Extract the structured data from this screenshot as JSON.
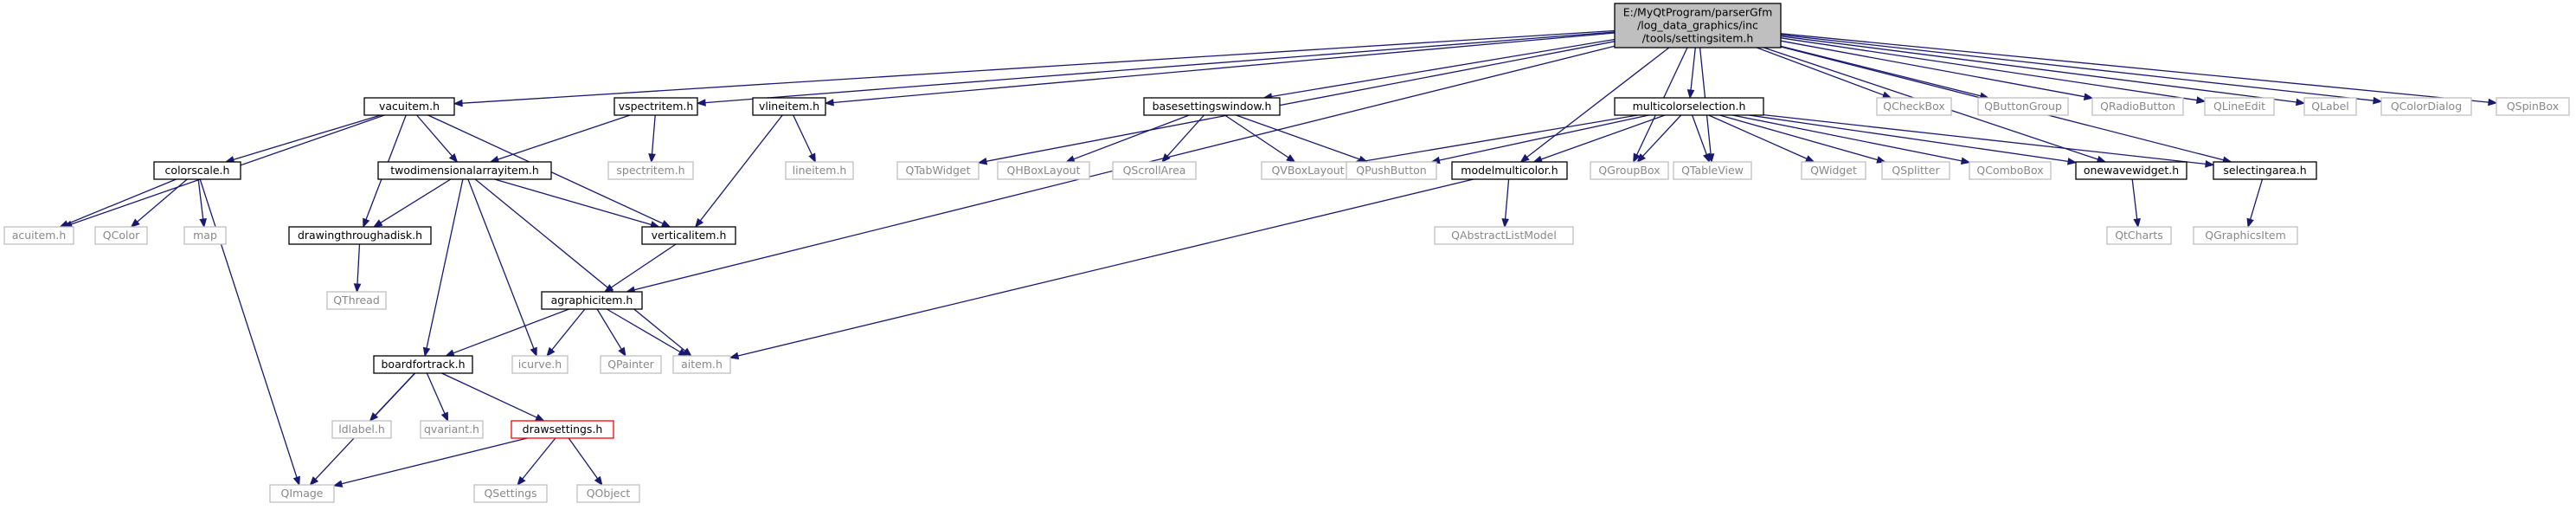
{
  "colors": {
    "edge": "#191970",
    "documented_border": "#000000",
    "external_border": "#bfbfbf",
    "external_text": "#888888",
    "root_fill": "#bfbfbf",
    "truncated_border": "#ff0000"
  },
  "nodes": [
    {
      "id": "root",
      "lines": [
        "E:/MyQtProgram/parserGfm",
        "/log_data_graphics/inc",
        "/tools/settingsitem.h"
      ],
      "kind": "root"
    },
    {
      "id": "vacuitem",
      "lines": [
        "vacuitem.h"
      ],
      "kind": "doc"
    },
    {
      "id": "vspectritem",
      "lines": [
        "vspectritem.h"
      ],
      "kind": "doc"
    },
    {
      "id": "vlineitem",
      "lines": [
        "vlineitem.h"
      ],
      "kind": "doc"
    },
    {
      "id": "basesettingswindow",
      "lines": [
        "basesettingswindow.h"
      ],
      "kind": "doc"
    },
    {
      "id": "multicolorselection",
      "lines": [
        "multicolorselection.h"
      ],
      "kind": "doc"
    },
    {
      "id": "QCheckBox",
      "lines": [
        "QCheckBox"
      ],
      "kind": "ext"
    },
    {
      "id": "QButtonGroup",
      "lines": [
        "QButtonGroup"
      ],
      "kind": "ext"
    },
    {
      "id": "QRadioButton",
      "lines": [
        "QRadioButton"
      ],
      "kind": "ext"
    },
    {
      "id": "QLineEdit",
      "lines": [
        "QLineEdit"
      ],
      "kind": "ext"
    },
    {
      "id": "QLabel",
      "lines": [
        "QLabel"
      ],
      "kind": "ext"
    },
    {
      "id": "QColorDialog",
      "lines": [
        "QColorDialog"
      ],
      "kind": "ext"
    },
    {
      "id": "QSpinBox",
      "lines": [
        "QSpinBox"
      ],
      "kind": "ext"
    },
    {
      "id": "colorscale",
      "lines": [
        "colorscale.h"
      ],
      "kind": "doc"
    },
    {
      "id": "twodim",
      "lines": [
        "twodimensionalarrayitem.h"
      ],
      "kind": "doc"
    },
    {
      "id": "spectritem",
      "lines": [
        "spectritem.h"
      ],
      "kind": "ext"
    },
    {
      "id": "lineitem",
      "lines": [
        "lineitem.h"
      ],
      "kind": "ext"
    },
    {
      "id": "QTabWidget",
      "lines": [
        "QTabWidget"
      ],
      "kind": "ext"
    },
    {
      "id": "QHBoxLayout",
      "lines": [
        "QHBoxLayout"
      ],
      "kind": "ext"
    },
    {
      "id": "QScrollArea",
      "lines": [
        "QScrollArea"
      ],
      "kind": "ext"
    },
    {
      "id": "QVBoxLayout",
      "lines": [
        "QVBoxLayout"
      ],
      "kind": "ext"
    },
    {
      "id": "QPushButton",
      "lines": [
        "QPushButton"
      ],
      "kind": "ext"
    },
    {
      "id": "modelmulticolor",
      "lines": [
        "modelmulticolor.h"
      ],
      "kind": "doc"
    },
    {
      "id": "QGroupBox",
      "lines": [
        "QGroupBox"
      ],
      "kind": "ext"
    },
    {
      "id": "QTableView",
      "lines": [
        "QTableView"
      ],
      "kind": "ext"
    },
    {
      "id": "QWidget",
      "lines": [
        "QWidget"
      ],
      "kind": "ext"
    },
    {
      "id": "QSplitter",
      "lines": [
        "QSplitter"
      ],
      "kind": "ext"
    },
    {
      "id": "QComboBox",
      "lines": [
        "QComboBox"
      ],
      "kind": "ext"
    },
    {
      "id": "onewavewidget",
      "lines": [
        "onewavewidget.h"
      ],
      "kind": "doc"
    },
    {
      "id": "selectingarea",
      "lines": [
        "selectingarea.h"
      ],
      "kind": "doc"
    },
    {
      "id": "acuitem",
      "lines": [
        "acuitem.h"
      ],
      "kind": "ext"
    },
    {
      "id": "QColor",
      "lines": [
        "QColor"
      ],
      "kind": "ext"
    },
    {
      "id": "map",
      "lines": [
        "map"
      ],
      "kind": "ext"
    },
    {
      "id": "drawingthroughadisk",
      "lines": [
        "drawingthroughadisk.h"
      ],
      "kind": "doc"
    },
    {
      "id": "verticalitem",
      "lines": [
        "verticalitem.h"
      ],
      "kind": "doc"
    },
    {
      "id": "QAbstractListModel",
      "lines": [
        "QAbstractListModel"
      ],
      "kind": "ext"
    },
    {
      "id": "QtCharts",
      "lines": [
        "QtCharts"
      ],
      "kind": "ext"
    },
    {
      "id": "QGraphicsItem",
      "lines": [
        "QGraphicsItem"
      ],
      "kind": "ext"
    },
    {
      "id": "QThread",
      "lines": [
        "QThread"
      ],
      "kind": "ext"
    },
    {
      "id": "agraphicitem",
      "lines": [
        "agraphicitem.h"
      ],
      "kind": "doc"
    },
    {
      "id": "boardfortrack",
      "lines": [
        "boardfortrack.h"
      ],
      "kind": "doc"
    },
    {
      "id": "icurve",
      "lines": [
        "icurve.h"
      ],
      "kind": "ext"
    },
    {
      "id": "QPainter",
      "lines": [
        "QPainter"
      ],
      "kind": "ext"
    },
    {
      "id": "aitem",
      "lines": [
        "aitem.h"
      ],
      "kind": "ext"
    },
    {
      "id": "ldlabel",
      "lines": [
        "ldlabel.h"
      ],
      "kind": "ext"
    },
    {
      "id": "qvariant",
      "lines": [
        "qvariant.h"
      ],
      "kind": "ext"
    },
    {
      "id": "drawsettings",
      "lines": [
        "drawsettings.h"
      ],
      "kind": "trunc"
    },
    {
      "id": "QImage",
      "lines": [
        "QImage"
      ],
      "kind": "ext"
    },
    {
      "id": "QSettings",
      "lines": [
        "QSettings"
      ],
      "kind": "ext"
    },
    {
      "id": "QObject",
      "lines": [
        "QObject"
      ],
      "kind": "ext"
    }
  ],
  "edges": [
    [
      "root",
      "vacuitem"
    ],
    [
      "root",
      "vspectritem"
    ],
    [
      "root",
      "vlineitem"
    ],
    [
      "root",
      "agraphicitem"
    ],
    [
      "root",
      "QTabWidget"
    ],
    [
      "root",
      "basesettingswindow"
    ],
    [
      "root",
      "multicolorselection"
    ],
    [
      "root",
      "modelmulticolor"
    ],
    [
      "root",
      "QGroupBox"
    ],
    [
      "root",
      "QTableView"
    ],
    [
      "root",
      "onewavewidget"
    ],
    [
      "root",
      "selectingarea"
    ],
    [
      "root",
      "QCheckBox"
    ],
    [
      "root",
      "QButtonGroup"
    ],
    [
      "root",
      "QRadioButton"
    ],
    [
      "root",
      "QLineEdit"
    ],
    [
      "root",
      "QLabel"
    ],
    [
      "root",
      "QColorDialog"
    ],
    [
      "root",
      "QSpinBox"
    ],
    [
      "vacuitem",
      "colorscale"
    ],
    [
      "vacuitem",
      "twodim"
    ],
    [
      "vacuitem",
      "acuitem"
    ],
    [
      "vacuitem",
      "drawingthroughadisk"
    ],
    [
      "vacuitem",
      "verticalitem"
    ],
    [
      "colorscale",
      "acuitem"
    ],
    [
      "colorscale",
      "QColor"
    ],
    [
      "colorscale",
      "map"
    ],
    [
      "colorscale",
      "QImage"
    ],
    [
      "vspectritem",
      "twodim"
    ],
    [
      "vspectritem",
      "spectritem"
    ],
    [
      "vlineitem",
      "lineitem"
    ],
    [
      "vlineitem",
      "verticalitem"
    ],
    [
      "twodim",
      "drawingthroughadisk"
    ],
    [
      "twodim",
      "verticalitem"
    ],
    [
      "twodim",
      "boardfortrack"
    ],
    [
      "twodim",
      "icurve"
    ],
    [
      "twodim",
      "aitem"
    ],
    [
      "drawingthroughadisk",
      "QThread"
    ],
    [
      "verticalitem",
      "agraphicitem"
    ],
    [
      "agraphicitem",
      "boardfortrack"
    ],
    [
      "agraphicitem",
      "icurve"
    ],
    [
      "agraphicitem",
      "QPainter"
    ],
    [
      "agraphicitem",
      "aitem"
    ],
    [
      "boardfortrack",
      "QImage"
    ],
    [
      "boardfortrack",
      "ldlabel"
    ],
    [
      "boardfortrack",
      "qvariant"
    ],
    [
      "boardfortrack",
      "drawsettings"
    ],
    [
      "drawsettings",
      "QImage"
    ],
    [
      "drawsettings",
      "QSettings"
    ],
    [
      "drawsettings",
      "QObject"
    ],
    [
      "basesettingswindow",
      "QHBoxLayout"
    ],
    [
      "basesettingswindow",
      "QScrollArea"
    ],
    [
      "basesettingswindow",
      "QVBoxLayout"
    ],
    [
      "basesettingswindow",
      "QPushButton"
    ],
    [
      "multicolorselection",
      "QPushButton"
    ],
    [
      "multicolorselection",
      "modelmulticolor"
    ],
    [
      "multicolorselection",
      "QGroupBox"
    ],
    [
      "multicolorselection",
      "QTableView"
    ],
    [
      "multicolorselection",
      "QWidget"
    ],
    [
      "multicolorselection",
      "QSplitter"
    ],
    [
      "multicolorselection",
      "QComboBox"
    ],
    [
      "multicolorselection",
      "onewavewidget"
    ],
    [
      "multicolorselection",
      "selectingarea"
    ],
    [
      "multicolorselection",
      "QVBoxLayout"
    ],
    [
      "modelmulticolor",
      "QAbstractListModel"
    ],
    [
      "modelmulticolor",
      "aitem"
    ],
    [
      "onewavewidget",
      "QtCharts"
    ],
    [
      "selectingarea",
      "QGraphicsItem"
    ]
  ]
}
